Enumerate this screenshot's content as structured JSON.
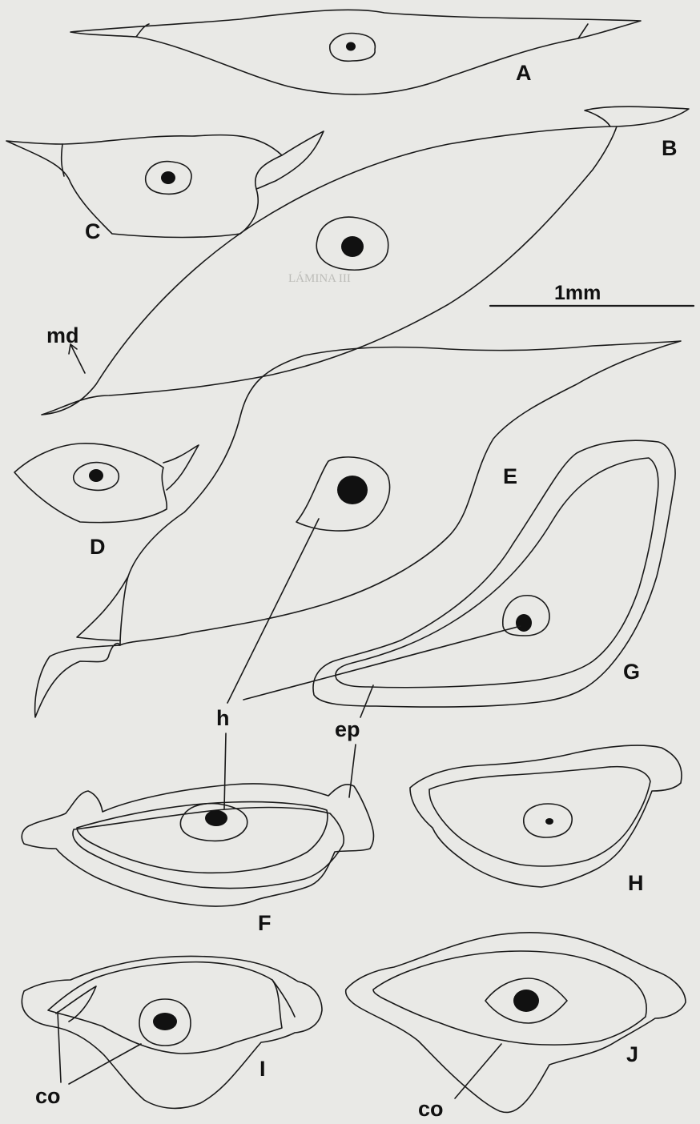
{
  "bleed_through": {
    "heading": "LÁMINA III",
    "lines": [
      "... ...",
      "... ...",
      "... ...",
      "... ...",
      "... ...",
      "... ..."
    ]
  },
  "scale_bar": {
    "label": "1mm"
  },
  "panels": [
    {
      "id": "A",
      "label": "A"
    },
    {
      "id": "B",
      "label": "B"
    },
    {
      "id": "C",
      "label": "C"
    },
    {
      "id": "D",
      "label": "D"
    },
    {
      "id": "E",
      "label": "E"
    },
    {
      "id": "F",
      "label": "F"
    },
    {
      "id": "G",
      "label": "G"
    },
    {
      "id": "H",
      "label": "H"
    },
    {
      "id": "I",
      "label": "I"
    },
    {
      "id": "J",
      "label": "J"
    }
  ],
  "annotations": {
    "md": "md",
    "h": "h",
    "ep": "ep",
    "co_left": "co",
    "co_right": "co"
  }
}
